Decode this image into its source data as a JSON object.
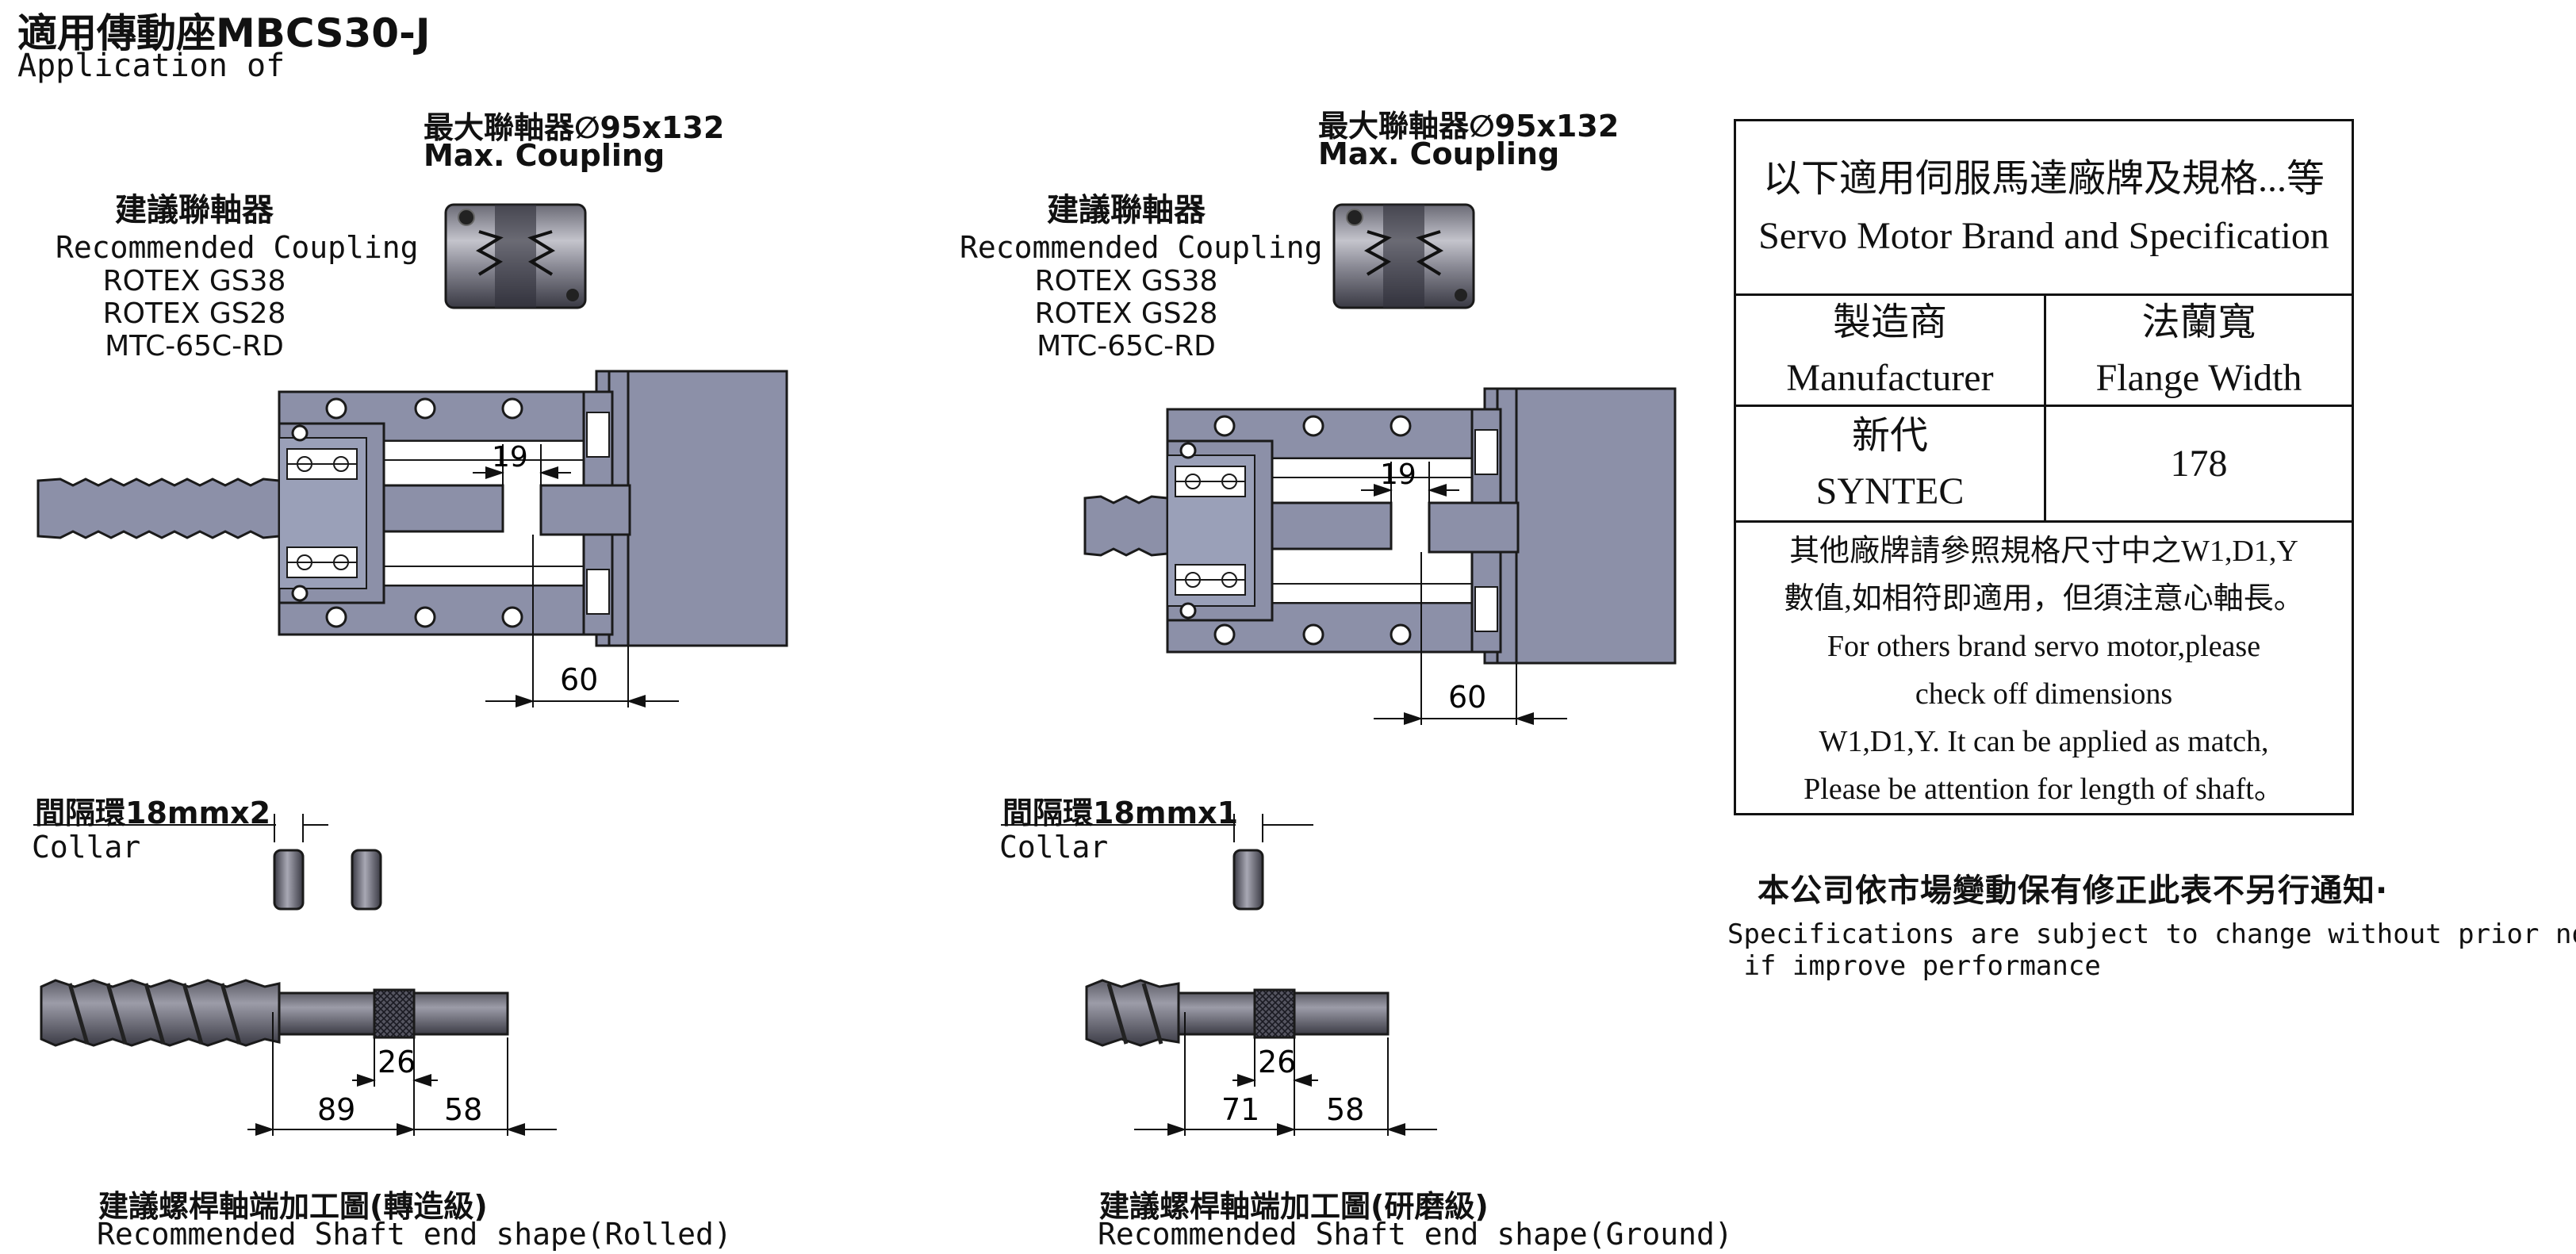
{
  "header": {
    "title_zh": "適用傳動座MBCS30-J",
    "title_en": "Application of"
  },
  "left_assembly": {
    "max_coupling_zh": "最大聯軸器∅95x132",
    "max_coupling_en": "Max. Coupling",
    "recommended_zh": "建議聯軸器",
    "recommended_en": "Recommended Coupling",
    "recommended_items": [
      "ROTEX GS38",
      "ROTEX GS28",
      "MTC-65C-RD"
    ],
    "dim_gap": "19",
    "dim_depth": "60",
    "collar_zh": "間隔環18mmx2",
    "collar_en": "Collar",
    "shaft_dims": [
      "26",
      "89",
      "58"
    ],
    "shaft_zh": "建議螺桿軸端加工圖(轉造級)",
    "shaft_en": "Recommended Shaft end shape(Rolled)"
  },
  "right_assembly": {
    "max_coupling_zh": "最大聯軸器∅95x132",
    "max_coupling_en": "Max. Coupling",
    "recommended_zh": "建議聯軸器",
    "recommended_en": "Recommended Coupling",
    "recommended_items": [
      "ROTEX GS38",
      "ROTEX GS28",
      "MTC-65C-RD"
    ],
    "dim_gap": "19",
    "dim_depth": "60",
    "collar_zh": "間隔環18mmx1",
    "collar_en": "Collar",
    "shaft_dims": [
      "26",
      "71",
      "58"
    ],
    "shaft_zh": "建議螺桿軸端加工圖(研磨級)",
    "shaft_en": "Recommended Shaft end shape(Ground)"
  },
  "spec_table": {
    "header_zh": "以下適用伺服馬達廠牌及規格...等",
    "header_en": "Servo Motor Brand and Specification",
    "col_manufacturer_zh": "製造商",
    "col_manufacturer_en": "Manufacturer",
    "col_flange_zh": "法蘭寬",
    "col_flange_en": "Flange Width",
    "row_brand_zh": "新代",
    "row_brand_en": "SYNTEC",
    "row_flange": "178",
    "note_lines": [
      "其他廠牌請參照規格尺寸中之W1,D1,Y",
      "數值,如相符即適用，但須注意心軸長。",
      "For others brand servo motor,please",
      "check off dimensions",
      "W1,D1,Y. It can be applied as match,",
      "Please be attention for length of shaft。"
    ]
  },
  "notice": {
    "zh": "本公司依市場變動保有修正此表不另行通知·",
    "en": "Specifications are subject to change without prior notice\n if improve performance"
  },
  "colors": {
    "part_fill": "#8c90a8",
    "part_stroke": "#1a1a1a",
    "coupling_dark": "#4a4a55",
    "coupling_light": "#9a9aa6"
  }
}
